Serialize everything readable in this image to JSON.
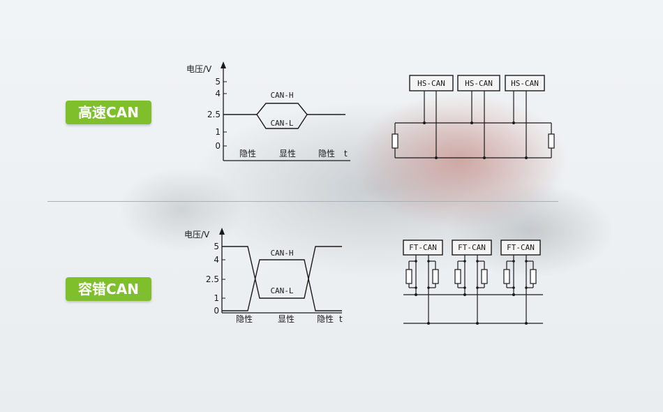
{
  "hs": {
    "badge": "高速CAN",
    "y_axis_label": "电压/V",
    "y_ticks": [
      "5",
      "4",
      "2.5",
      "1",
      "0"
    ],
    "states": [
      "隐性",
      "显性",
      "隐性"
    ],
    "x_axis_label": "t",
    "can_h": "CAN-H",
    "can_l": "CAN-L",
    "nodes": [
      "HS-CAN",
      "HS-CAN",
      "HS-CAN"
    ]
  },
  "ft": {
    "badge": "容错CAN",
    "y_axis_label": "电压/V",
    "y_ticks": [
      "5",
      "4",
      "2.5",
      "1",
      "0"
    ],
    "states": [
      "隐性",
      "显性",
      "隐性"
    ],
    "x_axis_label": "t",
    "can_h": "CAN-H",
    "can_l": "CAN-L",
    "nodes": [
      "FT-CAN",
      "FT-CAN",
      "FT-CAN"
    ]
  },
  "colors": {
    "badge": "#7fbf2c",
    "line": "#1a1a1a"
  }
}
